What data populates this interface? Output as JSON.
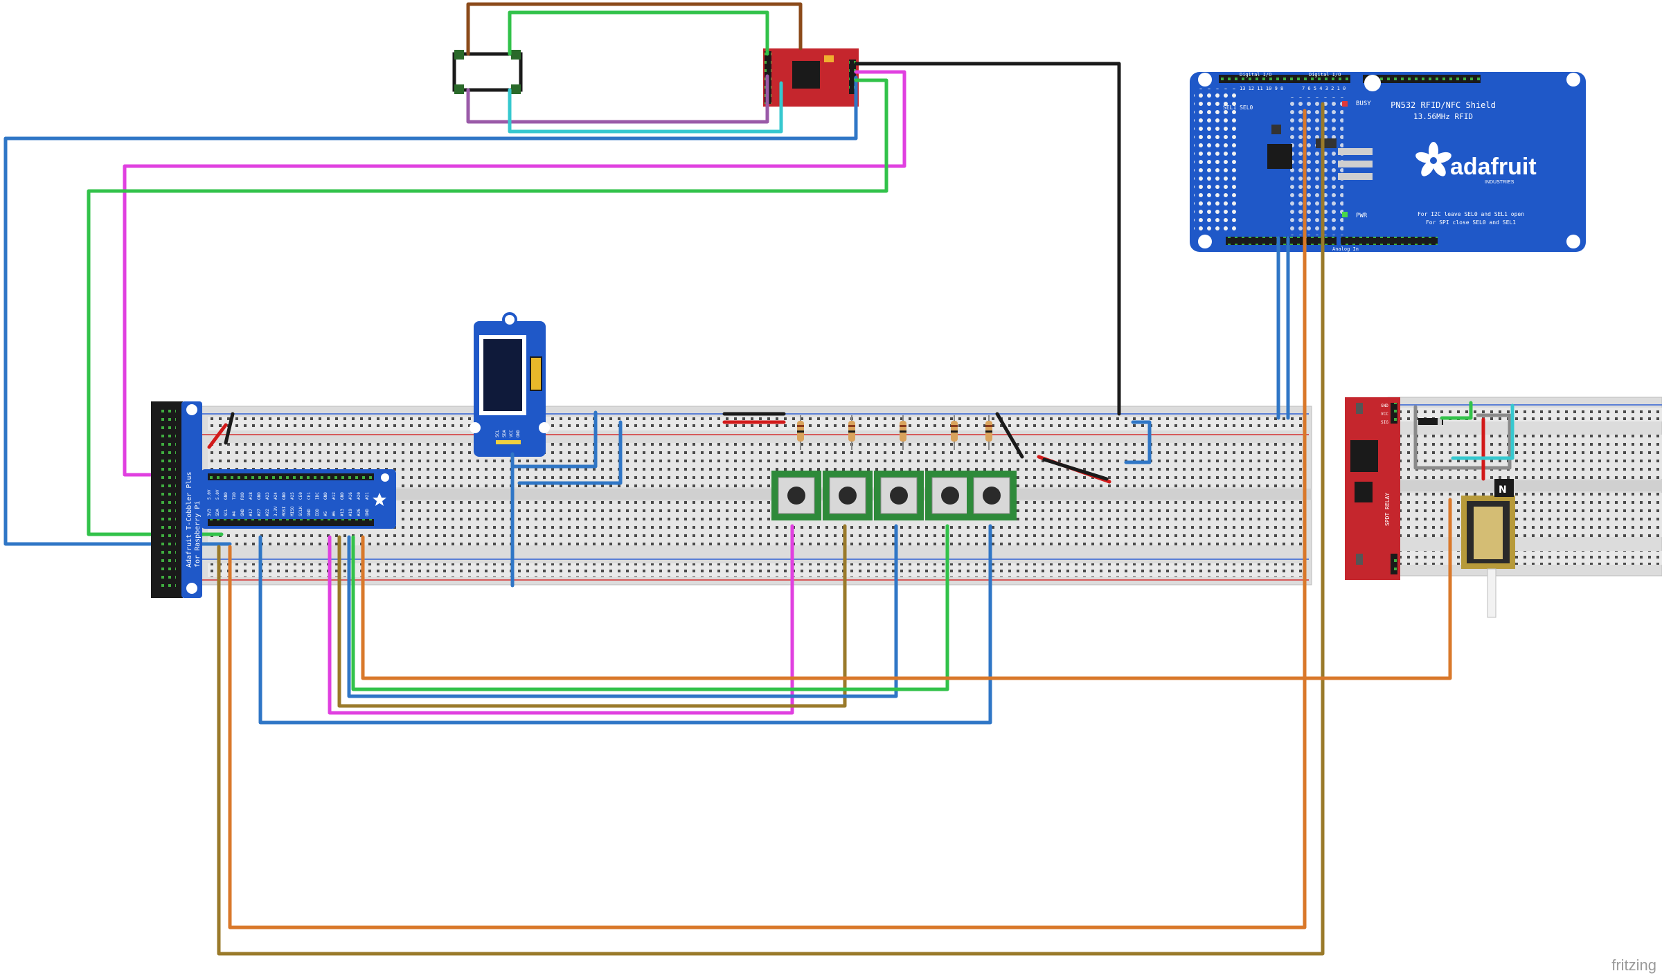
{
  "rfid_shield": {
    "title": "PN532 RFID/NFC Shield",
    "subtitle": "13.56MHz RFID",
    "brand": "adafruit",
    "brand_sub": "INDUSTRIES",
    "header_left": "Digital I/O",
    "header_right": "Digital I/O",
    "header_bottom": "Analog In",
    "busy_label": "BUSY",
    "pwr_label": "PWR",
    "sel_label": "SEL1 SEL0",
    "note_line1": "For I2C leave SEL0 and SEL1 open",
    "note_line2": "For SPI close SEL0 and SEL1",
    "pin_digits_left": "13 12 11 10 9 8",
    "pin_digits_right": "7 6 5 4 3 2 1 0"
  },
  "cobbler": {
    "label_line1": "Adafruit T-Cobbler Plus",
    "label_line2": "for Raspberry Pi",
    "pins_top": [
      "5.0V",
      "5.0V",
      "GND",
      "TXD",
      "RXD",
      "#18",
      "GND",
      "#23",
      "#24",
      "GND",
      "#25",
      "CE0",
      "CE1",
      "IDC",
      "GND",
      "#12",
      "GND",
      "#16",
      "#20",
      "#21"
    ],
    "pins_bottom": [
      "3V3",
      "SDA",
      "SCL",
      "#4",
      "GND",
      "#17",
      "#27",
      "#22",
      "3.3V",
      "MOSI",
      "MISO",
      "SCLK",
      "GND",
      "IDD",
      "#5",
      "#6",
      "#13",
      "#19",
      "#26",
      "GND"
    ]
  },
  "oled": {
    "pins": [
      "SCL",
      "SDA",
      "VCC",
      "GND"
    ]
  },
  "relay": {
    "label": "SPDT RELAY",
    "pins": [
      "GND",
      "VCC",
      "SIG"
    ]
  },
  "colors": {
    "blue": "#2f76c6",
    "green": "#32c24a",
    "magenta": "#e040e0",
    "orange": "#d9782a",
    "brown": "#8b4a1a",
    "olive": "#9a7a2a",
    "cyan": "#36c8cf",
    "purple": "#9a5aa8",
    "black": "#1a1a1a",
    "red": "#d21a1a",
    "shield_blue": "#1f58c8",
    "board_red": "#c5262d",
    "button_green": "#2e8a3a"
  },
  "watermark": "fritzing"
}
